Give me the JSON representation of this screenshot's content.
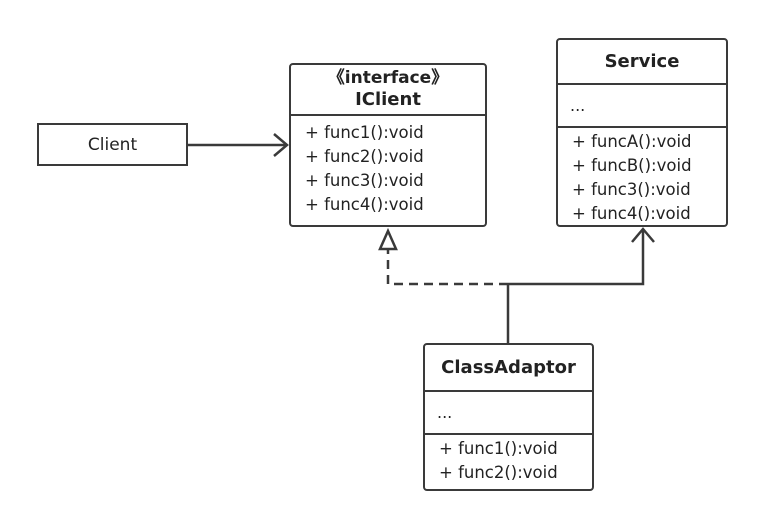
{
  "client": {
    "name": "Client"
  },
  "iclient": {
    "stereotype": "《interface》",
    "name": "IClient",
    "methods": [
      "+ func1():void",
      "+ func2():void",
      "+ func3():void",
      "+ func4():void"
    ]
  },
  "service": {
    "name": "Service",
    "attributes": "...",
    "methods": [
      "+ funcA():void",
      "+ funcB():void",
      "+ func3():void",
      "+ func4():void"
    ]
  },
  "adaptor": {
    "name": "ClassAdaptor",
    "attributes": "...",
    "methods": [
      "+ func1():void",
      "+ func2():void"
    ]
  },
  "colors": {
    "line": "#3a3a3a",
    "background": "#ffffff",
    "text": "#222222"
  }
}
